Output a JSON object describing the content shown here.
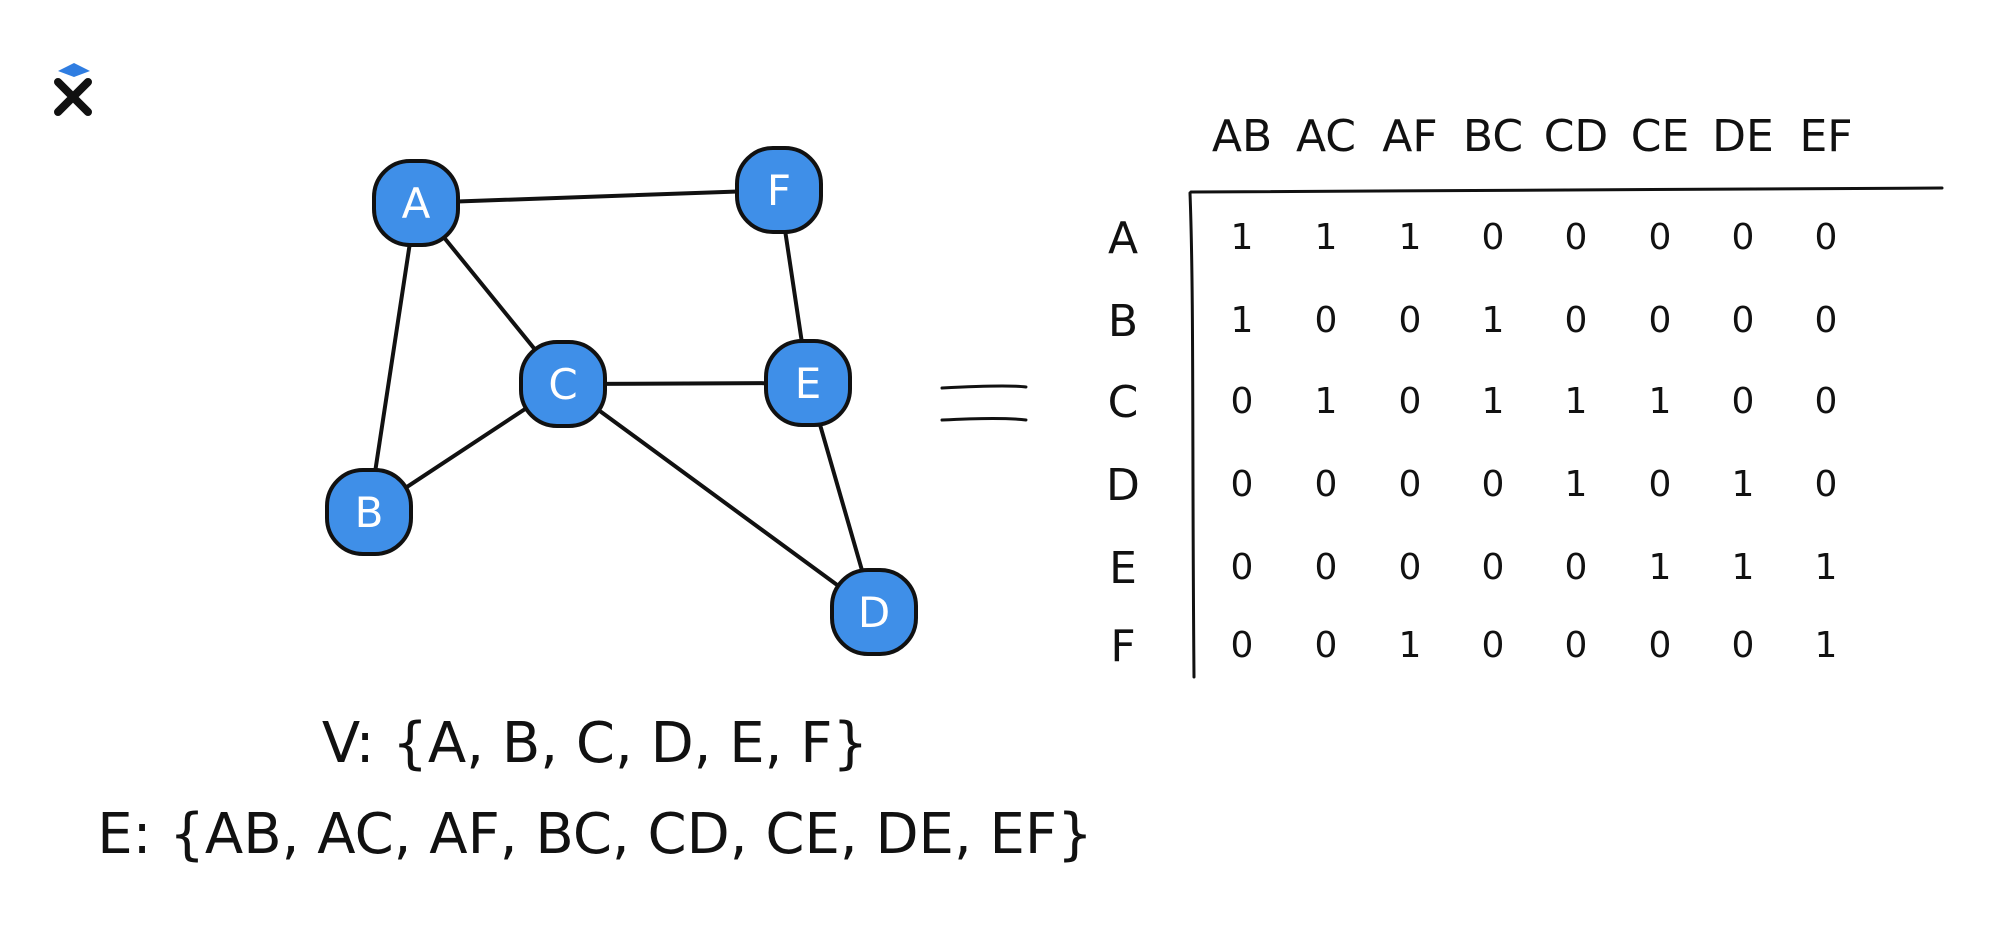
{
  "colors": {
    "node_fill": "#3f8fe8",
    "stroke": "#111111",
    "logo_accent": "#2f7de1",
    "logo_mark": "#111111"
  },
  "logo": {
    "icon": "x-logo-icon"
  },
  "graph": {
    "nodes": [
      "A",
      "B",
      "C",
      "D",
      "E",
      "F"
    ],
    "edges": [
      [
        "A",
        "B"
      ],
      [
        "A",
        "C"
      ],
      [
        "A",
        "F"
      ],
      [
        "B",
        "C"
      ],
      [
        "C",
        "D"
      ],
      [
        "C",
        "E"
      ],
      [
        "D",
        "E"
      ],
      [
        "E",
        "F"
      ]
    ]
  },
  "equals_sign": "=",
  "matrix": {
    "col_headers": [
      "AB",
      "AC",
      "AF",
      "BC",
      "CD",
      "CE",
      "DE",
      "EF"
    ],
    "row_headers": [
      "A",
      "B",
      "C",
      "D",
      "E",
      "F"
    ],
    "rows": [
      [
        "1",
        "1",
        "1",
        "0",
        "0",
        "0",
        "0",
        "0"
      ],
      [
        "1",
        "0",
        "0",
        "1",
        "0",
        "0",
        "0",
        "0"
      ],
      [
        "0",
        "1",
        "0",
        "1",
        "1",
        "1",
        "0",
        "0"
      ],
      [
        "0",
        "0",
        "0",
        "0",
        "1",
        "0",
        "1",
        "0"
      ],
      [
        "0",
        "0",
        "0",
        "0",
        "0",
        "1",
        "1",
        "1"
      ],
      [
        "0",
        "0",
        "1",
        "0",
        "0",
        "0",
        "0",
        "1"
      ]
    ]
  },
  "vertex_set": "V: {A, B, C, D, E, F}",
  "edge_set": "E: {AB, AC, AF, BC, CD, CE, DE, EF}"
}
